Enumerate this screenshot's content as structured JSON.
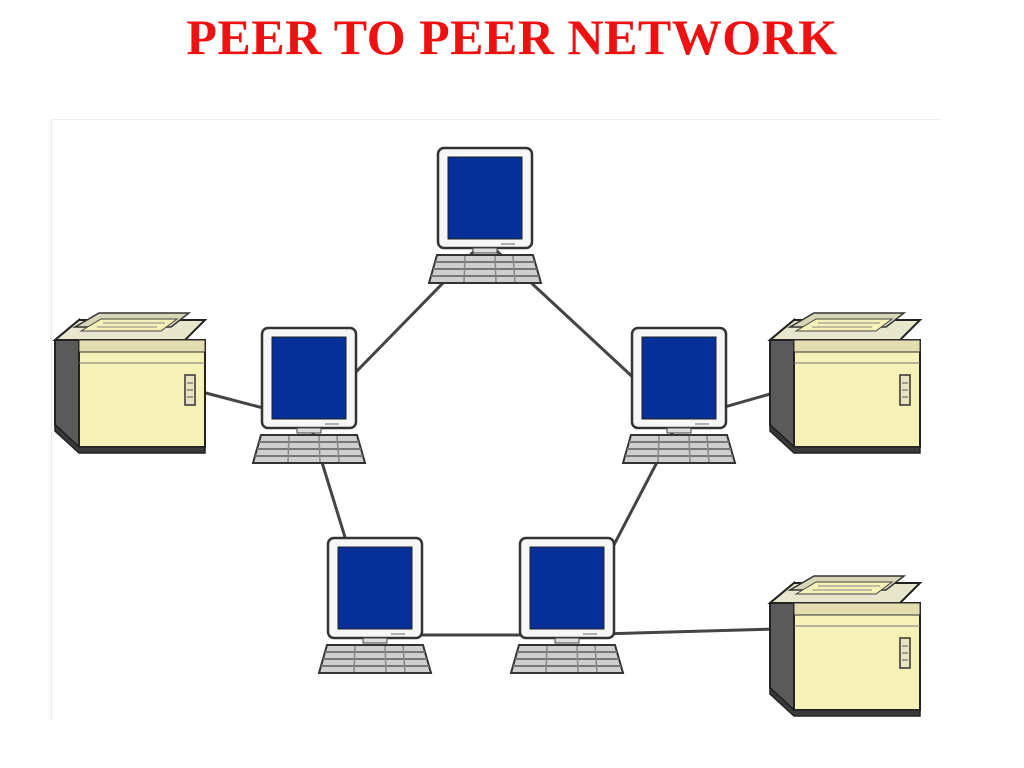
{
  "title": "PEER TO PEER NETWORK",
  "colors": {
    "title": "#ee1111",
    "screen": "#062f99",
    "monitor_frame": "#f6f6f6",
    "outline": "#333333",
    "printer_face": "#f6f1b7",
    "printer_side": "#5a5a5a",
    "link": "#444444"
  },
  "nodes": [
    {
      "id": "computer-top",
      "kind": "computer"
    },
    {
      "id": "computer-left",
      "kind": "computer"
    },
    {
      "id": "computer-right",
      "kind": "computer"
    },
    {
      "id": "computer-bottom-left",
      "kind": "computer"
    },
    {
      "id": "computer-bottom-right",
      "kind": "computer"
    },
    {
      "id": "printer-left",
      "kind": "printer"
    },
    {
      "id": "printer-right",
      "kind": "printer"
    },
    {
      "id": "printer-bottom-right",
      "kind": "printer"
    }
  ],
  "links": [
    [
      "computer-top",
      "computer-left"
    ],
    [
      "computer-top",
      "computer-right"
    ],
    [
      "computer-left",
      "computer-bottom-left"
    ],
    [
      "computer-right",
      "computer-bottom-right"
    ],
    [
      "computer-bottom-left",
      "computer-bottom-right"
    ],
    [
      "printer-left",
      "computer-left"
    ],
    [
      "computer-right",
      "printer-right"
    ],
    [
      "computer-bottom-right",
      "printer-bottom-right"
    ]
  ]
}
